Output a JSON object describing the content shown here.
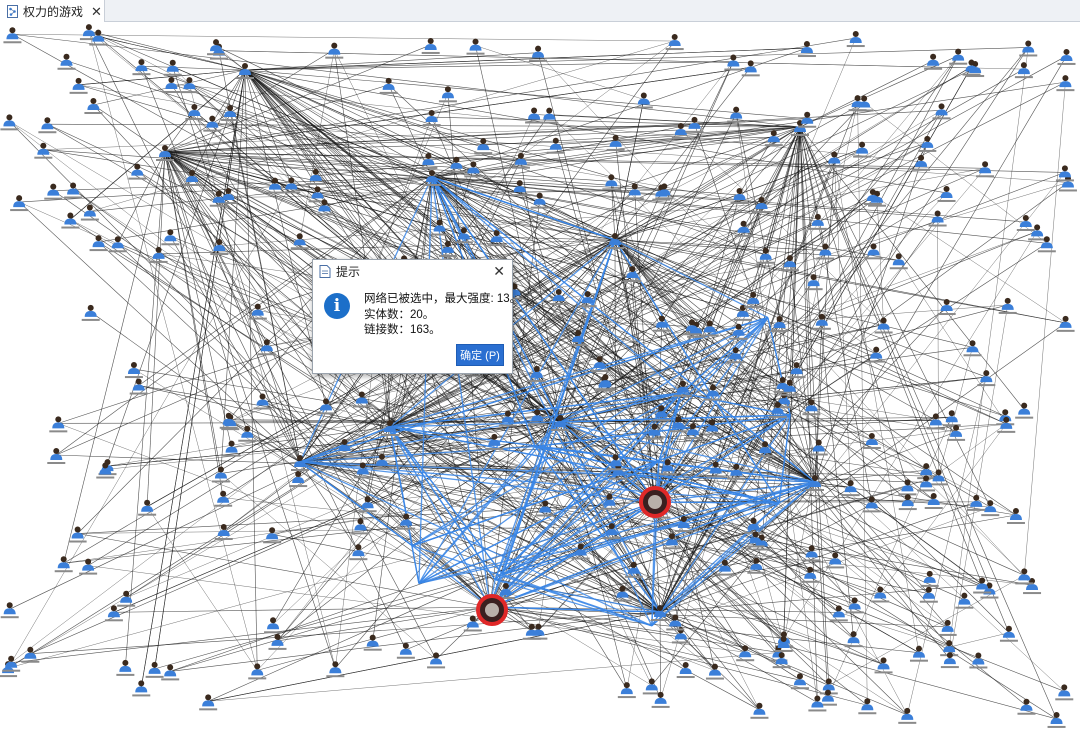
{
  "tab": {
    "title": "权力的游戏",
    "icon": "graph-document-icon",
    "close_icon": "close-icon"
  },
  "dialog": {
    "title": "提示",
    "title_icon": "document-icon",
    "info_icon": "info-icon",
    "info_glyph": "i",
    "close_glyph": "✕",
    "lines": [
      "网络已被选中，最大强度: 13。",
      "实体数：20。",
      "链接数：163。"
    ],
    "ok_label": "确定 (P)"
  },
  "graph": {
    "selected_entities": 20,
    "selected_links": 163,
    "max_strength": 13,
    "colors": {
      "node": "#3b7fd9",
      "link": "#1a1a1a",
      "selected_link": "#3a86e6",
      "highlight_ring": "#e02828"
    }
  }
}
